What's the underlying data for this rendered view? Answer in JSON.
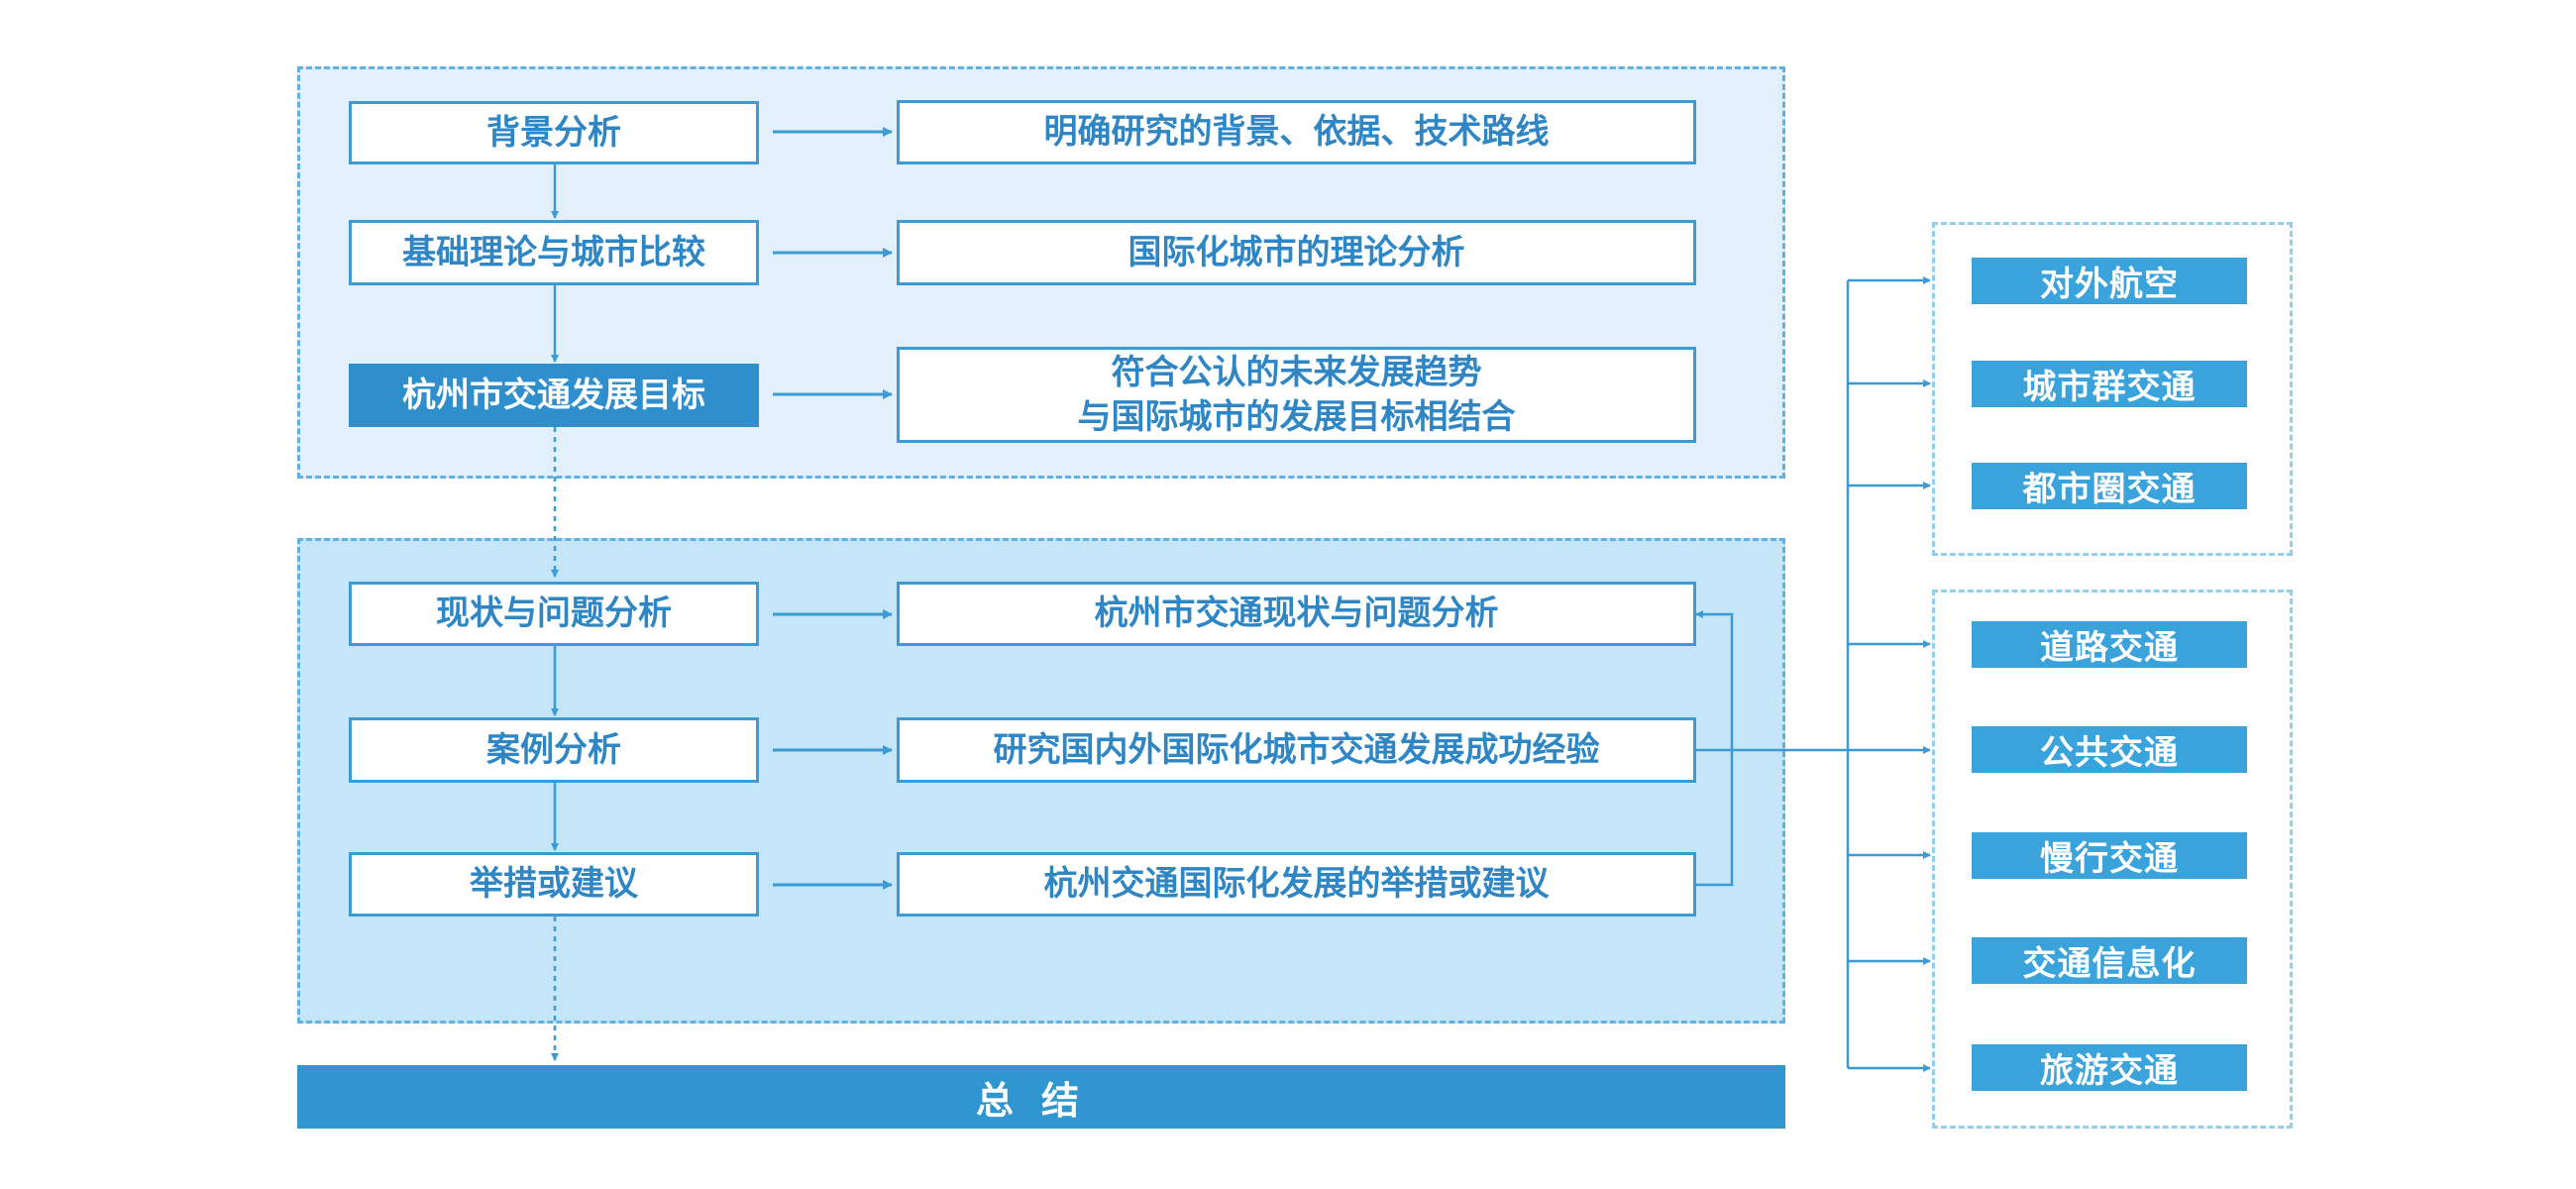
{
  "left_column": {
    "bg": "背景分析",
    "theory": "基础理论与城市比较",
    "goal": "杭州市交通发展目标",
    "status": "现状与问题分析",
    "case": "案例分析",
    "measures": "举措或建议"
  },
  "middle_column": {
    "bg_desc": "明确研究的背景、依据、技术路线",
    "theory_desc": "国际化城市的理论分析",
    "goal_desc": "符合公认的未来发展趋势\n与国际城市的发展目标相结合",
    "status_desc": "杭州市交通现状与问题分析",
    "case_desc": "研究国内外国际化城市交通发展成功经验",
    "measures_desc": "杭州交通国际化发展的举措或建议"
  },
  "categories": [
    "对外航空",
    "城市群交通",
    "都市圈交通",
    "道路交通",
    "公共交通",
    "慢行交通",
    "交通信息化",
    "旅游交通"
  ],
  "summary": "总结",
  "colors": {
    "accent": "#3a9bd5",
    "highlight": "#2f8fcc",
    "region_top": "#e1f0fb",
    "region_bottom": "#c5e5f8"
  }
}
